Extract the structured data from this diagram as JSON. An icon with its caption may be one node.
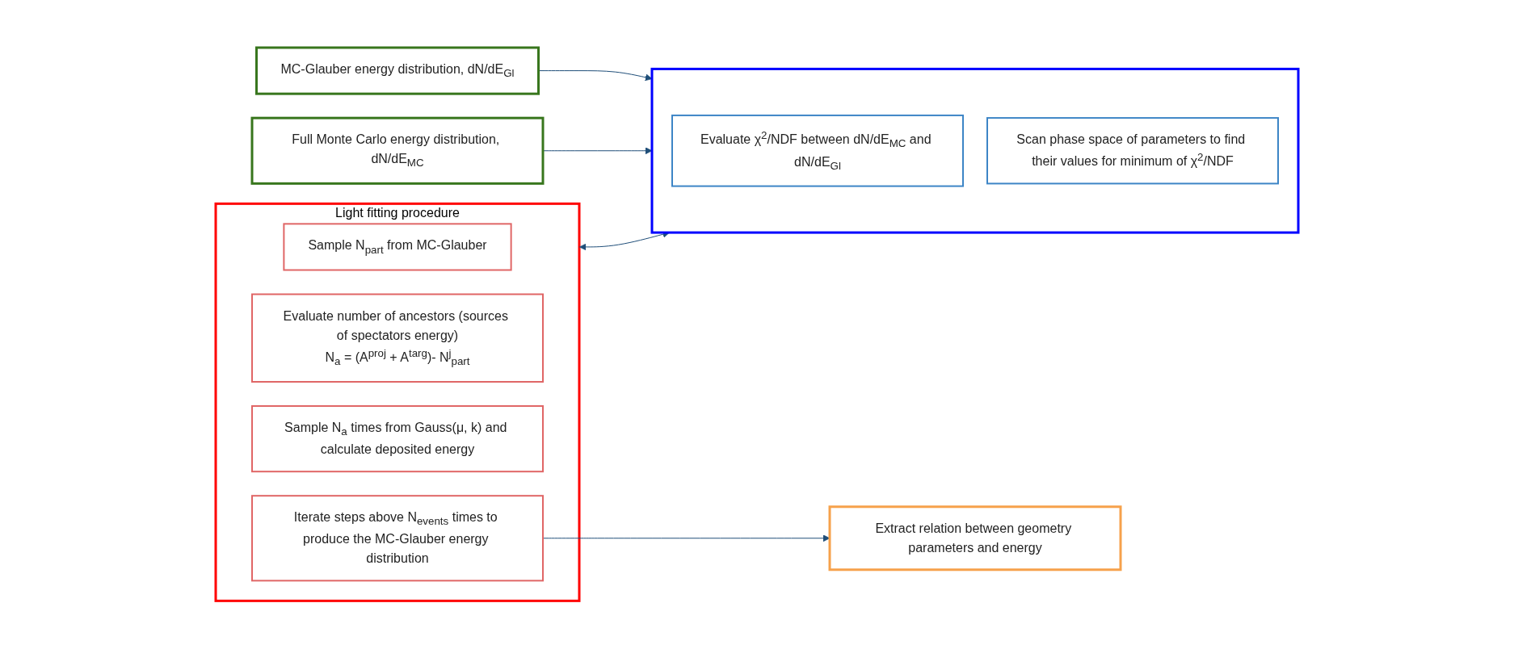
{
  "diagram": {
    "nodes": [
      {
        "text": [
          "Light fitting procedure"
        ]
      },
      {
        "text": [
          "Sample N$_{part}$ from MC-Glauber"
        ],
        "in": 0
      },
      {
        "text": [
          "Evaluate number of ancestors (sources of spectators energy)",
          "N$_{a}$ = (A$^{proj}$ + A$^{targ}$)- N$^{j}$$_{part}$"
        ],
        "in": 0
      },
      {
        "text": [
          "Sample N$_{a}$ times from Gauss(μ, k) and calculate deposited energy"
        ],
        "in": 0
      },
      {
        "text": [
          "Iterate steps above N$_{events}$ times to produce the MC-Glauber energy distribution"
        ],
        "in": 0
      },
      {
        "text": [
          "MC-Glauber energy distribution, dN/dE$_{Gl}$"
        ]
      },
      {
        "text": [
          "Full Monte Carlo energy distribution, dN/dE$_{MC}$"
        ]
      },
      {
        "text": [],
        "shape": "box"
      },
      {
        "text": [
          "Evaluate χ$^{2}$/NDF between dN/dE$_{MC}$ and dN/dE$_{Gl}$"
        ],
        "in": 7
      },
      {
        "text": [
          "Scan phase space of parameters to find their values for minimum of χ$^{2}$/NDF"
        ],
        "in": 7
      },
      {
        "text": [
          "Extract relation between geometry parameters and energy"
        ]
      }
    ],
    "edges": [
      {
        "from": 5,
        "to": 7,
        "arrow": "to"
      },
      {
        "from": 6,
        "to": 7,
        "arrow": "to"
      },
      {
        "from": 0,
        "to": 7,
        "arrow": "both"
      },
      {
        "from": 4,
        "to": 10,
        "arrow": "to"
      }
    ]
  }
}
